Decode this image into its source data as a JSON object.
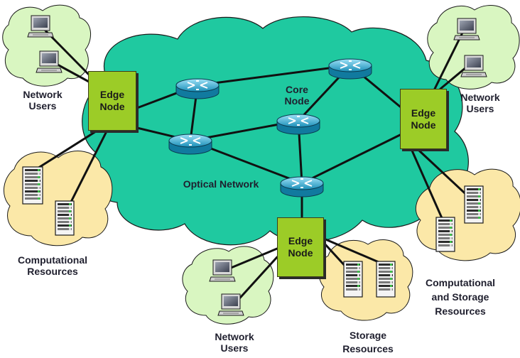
{
  "diagram": {
    "cloud_label": "Optical Network",
    "core_label": [
      "Core",
      "Node"
    ],
    "edge_nodes": {
      "top_left": [
        "Edge",
        "Node"
      ],
      "right": [
        "Edge",
        "Node"
      ],
      "bottom": [
        "Edge",
        "Node"
      ]
    },
    "groups": {
      "network_users_left": [
        "Network",
        "Users"
      ],
      "network_users_right": [
        "Network",
        "Users"
      ],
      "network_users_bottom": [
        "Network",
        "Users"
      ],
      "computational": [
        "Computational",
        "Resources"
      ],
      "computational_storage": [
        "Computational",
        "and Storage",
        "Resources"
      ],
      "storage": [
        "Storage",
        "Resources"
      ]
    },
    "colors": {
      "optical_cloud": "#1fc9a0",
      "users_cloud": "#d9f6c1",
      "resource_cloud": "#fbe8a8",
      "edge_node": "#9ccc27",
      "router": "#19a6cf",
      "link": "#111111"
    },
    "icons": {
      "router": "router-icon",
      "user": "computer-icon",
      "server": "server-rack-icon"
    }
  }
}
